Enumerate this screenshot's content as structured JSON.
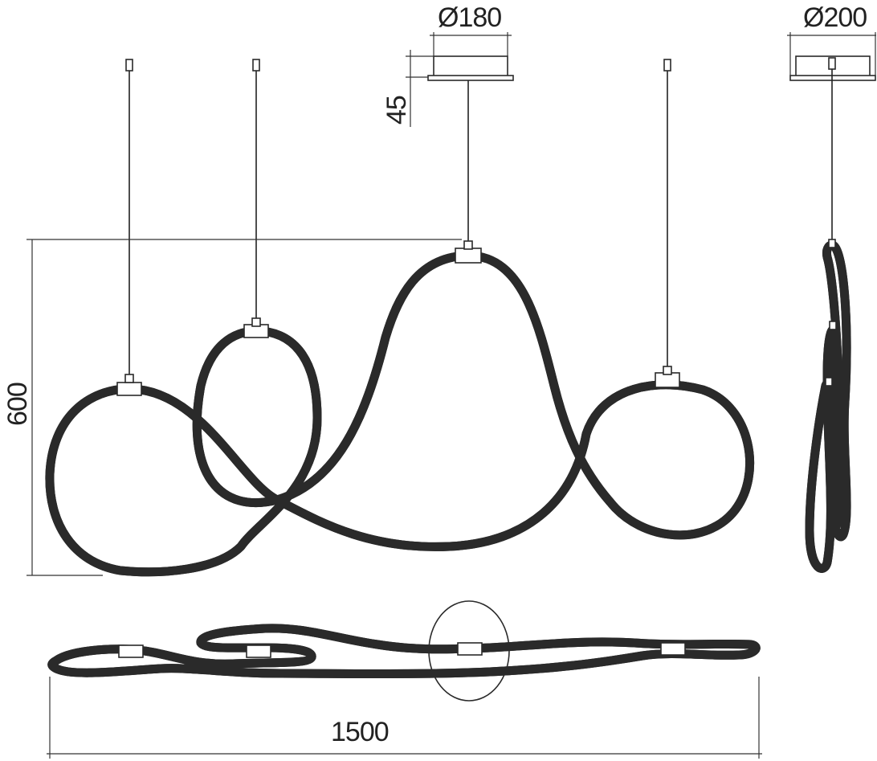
{
  "dimensions": {
    "canopy_front_diameter": "Ø180",
    "canopy_side_diameter": "Ø200",
    "canopy_height": "45",
    "overall_height": "600",
    "overall_width": "1500"
  },
  "colors": {
    "line": "#2a2a2a",
    "background": "#ffffff"
  }
}
